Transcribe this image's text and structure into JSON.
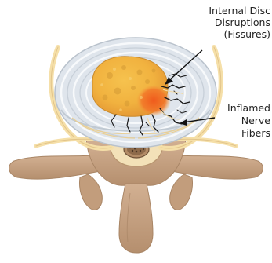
{
  "labels": {
    "fissures": [
      "Internal Disc",
      "Disruptions",
      "(Fissures)"
    ],
    "nerve": [
      "Inflamed",
      "Nerve",
      "Fibers"
    ]
  },
  "colors": {
    "bone": "#c9a585",
    "bone_edge": "#a98666",
    "ring": "#e0e6ec",
    "nucleus": "#f2b742",
    "inflamed": "#ef6f22",
    "nerve": "#f5dfa8",
    "fissure": "#1a1a1a"
  }
}
